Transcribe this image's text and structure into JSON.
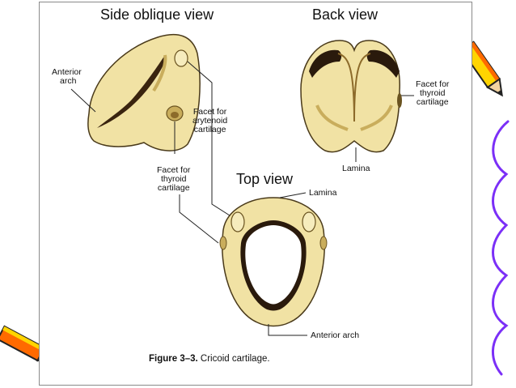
{
  "figure": {
    "views": {
      "side_oblique": "Side oblique view",
      "back": "Back view",
      "top": "Top view"
    },
    "labels": {
      "anterior_arch_side": [
        "Anterior",
        "arch"
      ],
      "facet_arytenoid": [
        "Facet for",
        "arytenoid",
        "cartilage"
      ],
      "facet_thyroid_side": [
        "Facet for",
        "thyroid",
        "cartilage"
      ],
      "facet_thyroid_back": [
        "Facet for",
        "thyroid",
        "cartilage"
      ],
      "lamina_back": "Lamina",
      "lamina_top": "Lamina",
      "anterior_arch_top": "Anterior arch"
    },
    "caption": {
      "number": "Figure 3–3.",
      "text": "Cricoid cartilage."
    }
  },
  "colors": {
    "cartilage_fill": "#f1e2a4",
    "cartilage_shadow": "#c9ad5c",
    "cavity_dark": "#2a1a0c",
    "decoration_purple": "#7b2ff7",
    "pencil_orange": "#ff6a00",
    "pencil_yellow": "#ffd400"
  },
  "decorations": {
    "left_pencil": "pencil-icon",
    "right_pencil": "pencil-icon",
    "right_squiggle": "squiggle-line"
  }
}
